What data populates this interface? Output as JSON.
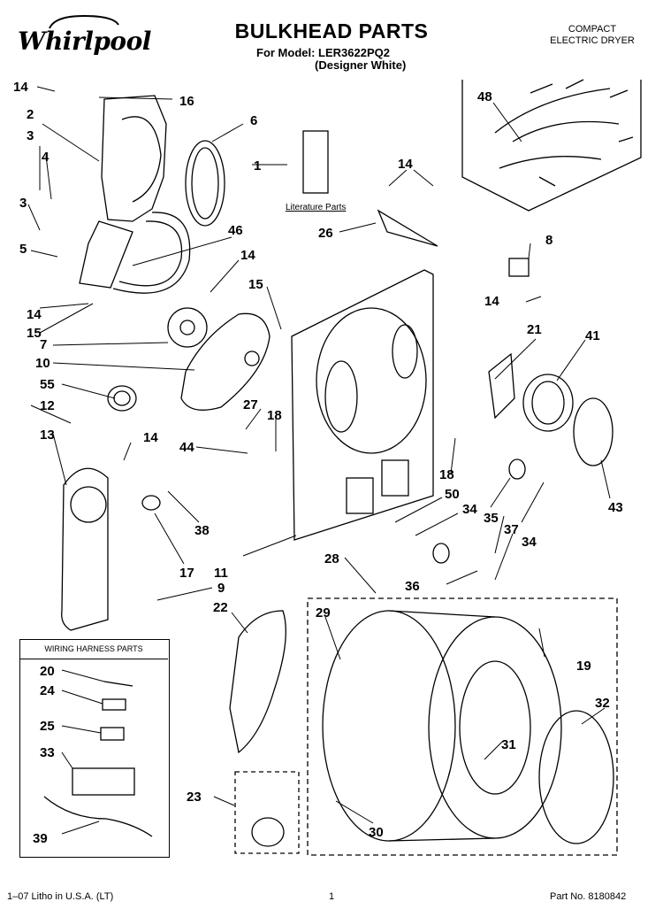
{
  "header": {
    "title": "BULKHEAD PARTS",
    "model_line": "For Model: LER3622PQ2",
    "variant": "(Designer White)",
    "product_line1": "COMPACT",
    "product_line2": "ELECTRIC DRYER",
    "brand": "Whirlpool"
  },
  "labels": {
    "literature": "Literature Parts",
    "harness_box_title": "WIRING HARNESS PARTS"
  },
  "footer": {
    "left": "1–07 Litho in U.S.A. (LT)",
    "page": "1",
    "part_no": "Part No. 8180842"
  },
  "callouts": [
    "14",
    "16",
    "2",
    "6",
    "3",
    "4",
    "1",
    "14",
    "48",
    "3",
    "26",
    "5",
    "46",
    "14",
    "8",
    "14",
    "15",
    "14",
    "15",
    "7",
    "21",
    "41",
    "10",
    "55",
    "27",
    "18",
    "12",
    "13",
    "14",
    "44",
    "18",
    "43",
    "50",
    "34",
    "35",
    "37",
    "38",
    "34",
    "17",
    "11",
    "28",
    "36",
    "9",
    "22",
    "29",
    "19",
    "20",
    "24",
    "32",
    "25",
    "31",
    "33",
    "23",
    "30",
    "39"
  ]
}
